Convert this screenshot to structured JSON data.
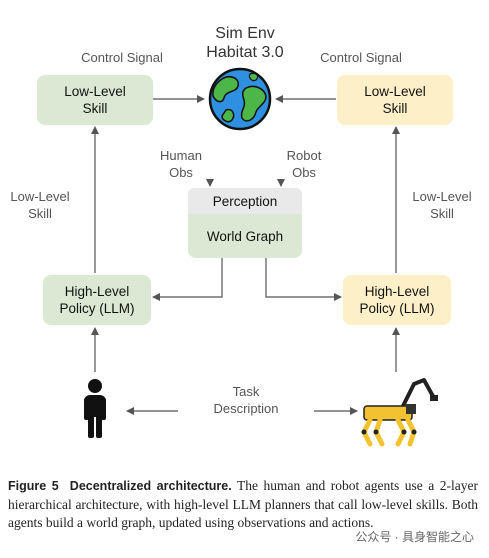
{
  "sim": {
    "title_line1": "Sim Env",
    "title_line2": "Habitat 3.0"
  },
  "labels": {
    "control_left": "Control Signal",
    "control_right": "Control Signal",
    "llskill_left_line1": "Low-Level",
    "llskill_left_line2": "Skill",
    "llskill_right_line1": "Low-Level",
    "llskill_right_line2": "Skill",
    "human_obs_line1": "Human",
    "human_obs_line2": "Obs",
    "robot_obs_line1": "Robot",
    "robot_obs_line2": "Obs",
    "task_line1": "Task",
    "task_line2": "Description"
  },
  "boxes": {
    "low_skill_left_line1": "Low-Level",
    "low_skill_left_line2": "Skill",
    "low_skill_right_line1": "Low-Level",
    "low_skill_right_line2": "Skill",
    "perception": "Perception",
    "world_graph": "World Graph",
    "policy_left_line1": "High-Level",
    "policy_left_line2": "Policy (LLM)",
    "policy_right_line1": "High-Level",
    "policy_right_line2": "Policy (LLM)"
  },
  "icons": {
    "globe": "globe-icon",
    "human": "human-figure-icon",
    "robot": "robot-dog-icon"
  },
  "colors": {
    "green_box": "#dbe9d4",
    "yellow_box": "#fdf0c8",
    "gray_box": "#e9e9e9",
    "arrow": "#555555"
  },
  "caption": {
    "figure": "Figure 5",
    "heading": "Decentralized architecture.",
    "text": "The human and robot agents use a 2-layer hierarchical architecture, with high-level LLM planners that call low-level skills. Both agents build a world graph, updated using observations and actions."
  },
  "watermark": "公众号 · 具身智能之心"
}
